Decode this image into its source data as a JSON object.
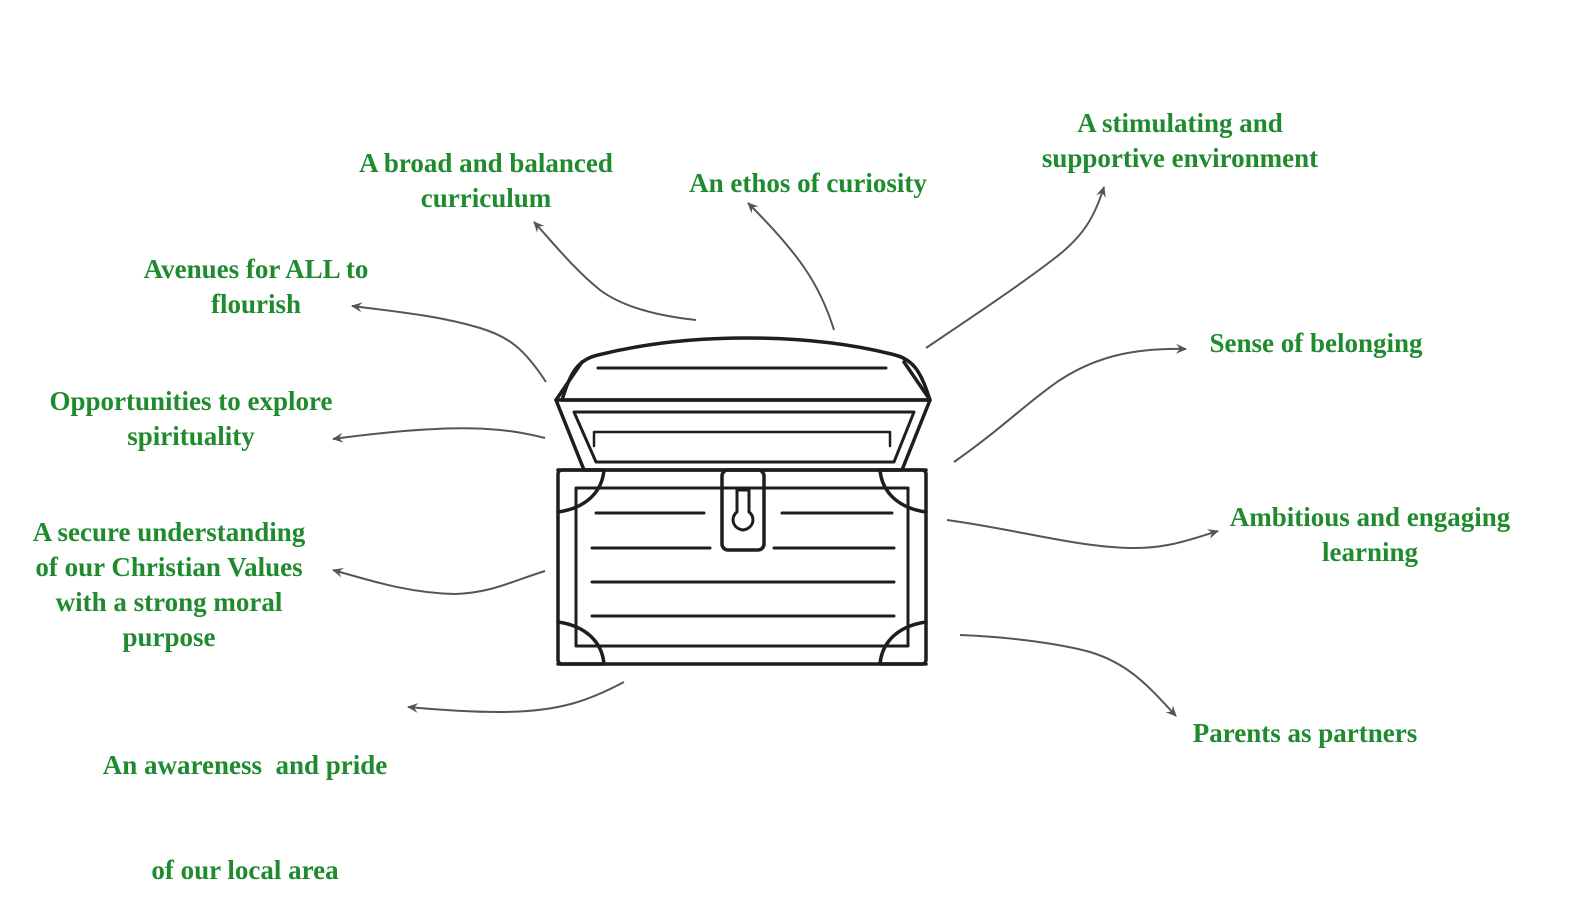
{
  "colors": {
    "label": "#1f8a2e",
    "arrow": "#555555",
    "chest_outline": "#1e1e1e",
    "background": "#ffffff"
  },
  "icons": {
    "center": "treasure-chest-icon"
  },
  "labels": {
    "broad": {
      "l1": "A broad and balanced",
      "l2": "curriculum"
    },
    "curiosity": {
      "l1": "An ethos of curiosity"
    },
    "stimulating": {
      "l1": "A stimulating and",
      "l2": "supportive environment"
    },
    "avenues": {
      "l1": "Avenues for ALL to",
      "l2": "flourish"
    },
    "belonging": {
      "l1": "Sense of belonging"
    },
    "spirituality": {
      "l1": "Opportunities to explore",
      "l2": "spirituality"
    },
    "ambitious": {
      "l1": "Ambitious and engaging",
      "l2": "learning"
    },
    "christian": {
      "l1": "A secure understanding",
      "l2": "of our Christian Values",
      "l3": "with a strong moral",
      "l4": "purpose"
    },
    "awareness": {
      "l1": "An awareness  and pride",
      "l2": "of our local area"
    },
    "parents": {
      "l1": "Parents as partners"
    }
  }
}
